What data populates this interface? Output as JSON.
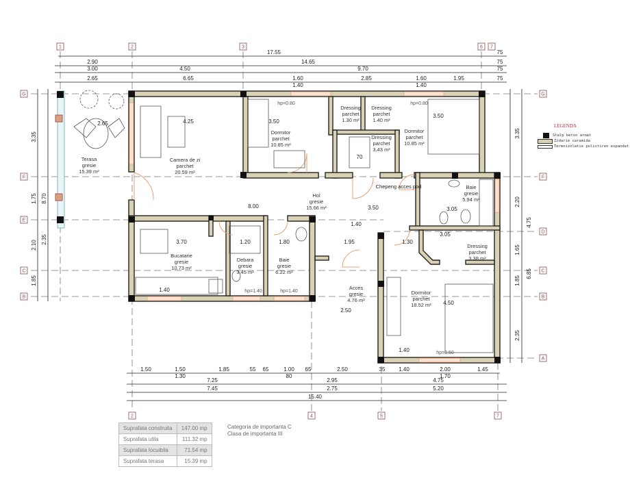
{
  "grid_axes": {
    "top": [
      "1",
      "2",
      "3",
      "6",
      "7"
    ],
    "bottom": [
      "2",
      "4",
      "5",
      "7"
    ],
    "left": [
      "G",
      "F",
      "E",
      "C",
      "B"
    ],
    "right": [
      "G",
      "F",
      "D",
      "C",
      "B",
      "A"
    ]
  },
  "dimensions": {
    "top": [
      "17.55",
      "75",
      "2.90",
      "14.65",
      "75",
      "3.00",
      "4.50",
      "9.70",
      "75",
      "2.65",
      "6.65",
      "1.60",
      "2.85",
      "1.60",
      "1.95",
      "75",
      "1.40",
      "1.40"
    ],
    "bottom": [
      "1.50",
      "1.50",
      "1.85",
      "55",
      "65",
      "1.00",
      "65",
      "2.50",
      "35",
      "1.40",
      "2.00",
      "1.45",
      "1.30",
      "80",
      "1.70",
      "7.25",
      "2.95",
      "4.75",
      "7.45",
      "2.75",
      "5.20",
      "15.40"
    ],
    "left": [
      "3.35",
      "1.75",
      "2.10",
      "1.85",
      "8.70",
      "2.35"
    ],
    "right": [
      "3.35",
      "2.20",
      "1.65",
      "1.85",
      "2.35",
      "6.85",
      "4.75"
    ],
    "interior": [
      "2.65",
      "4.25",
      "3.50",
      "3.50",
      "8.00",
      "3.70",
      "1.20",
      "1.80",
      "1.95",
      "3.50",
      "3.05",
      "3.05",
      "1.30",
      "2.50",
      "4.50",
      "70",
      "1.40",
      "1.40",
      "1.40"
    ]
  },
  "notes": {
    "hp1": "hp=0.80",
    "hp2": "hp=0.80",
    "hp3": "hp=1.40",
    "hp4": "hp=1.40",
    "hp5": "hp=0.50",
    "attic": "Chepeng acces pod"
  },
  "rooms": [
    {
      "name": "Terasa",
      "finish": "gresie",
      "area": "15.39 m²"
    },
    {
      "name": "Camera de zi",
      "finish": "parchet",
      "area": "20.59 m²"
    },
    {
      "name": "Dormitor",
      "finish": "parchet",
      "area": "10.85 m²"
    },
    {
      "name": "Dressing",
      "finish": "parchet",
      "area": "1.30 m²"
    },
    {
      "name": "Dressing",
      "finish": "parchet",
      "area": "1.40 m²"
    },
    {
      "name": "Dressing",
      "finish": "parchet",
      "area": "3.43 m²"
    },
    {
      "name": "Dormitor",
      "finish": "parchet",
      "area": "10.85 m²"
    },
    {
      "name": "Hol",
      "finish": "gresie",
      "area": "15.66 m²"
    },
    {
      "name": "Baie",
      "finish": "gresie",
      "area": "5.94 m²"
    },
    {
      "name": "Bucatarie",
      "finish": "gresie",
      "area": "10.73 m²"
    },
    {
      "name": "Debara",
      "finish": "gresie",
      "area": "3.45 m²"
    },
    {
      "name": "Baie",
      "finish": "gresie",
      "area": "6.22 m²"
    },
    {
      "name": "Acces",
      "finish": "gresie",
      "area": "4.76 m²"
    },
    {
      "name": "Dressing",
      "finish": "parchet",
      "area": "3.38 m²"
    },
    {
      "name": "Dormitor",
      "finish": "parchet",
      "area": "18.52 m²"
    }
  ],
  "legend": {
    "title": "LEGENDA",
    "items": [
      {
        "label": "Stalp beton armat",
        "color": "#111111"
      },
      {
        "label": "Zidarie caramida",
        "color": "#d9d1b3"
      },
      {
        "label": "Termoizolatie polistiren expandat",
        "color": "#ffffff"
      }
    ]
  },
  "summary": [
    {
      "label": "Suprafata construita",
      "value": "147.00 mp"
    },
    {
      "label": "Suprafata utila",
      "value": "111.32 mp"
    },
    {
      "label": "Suprafata locuibila",
      "value": "71.54 mp"
    },
    {
      "label": "Suprafata terasa",
      "value": "15.39 mp"
    }
  ],
  "classification": {
    "category": "Categoria de importanta C",
    "class": "Clasa de importanta III"
  }
}
